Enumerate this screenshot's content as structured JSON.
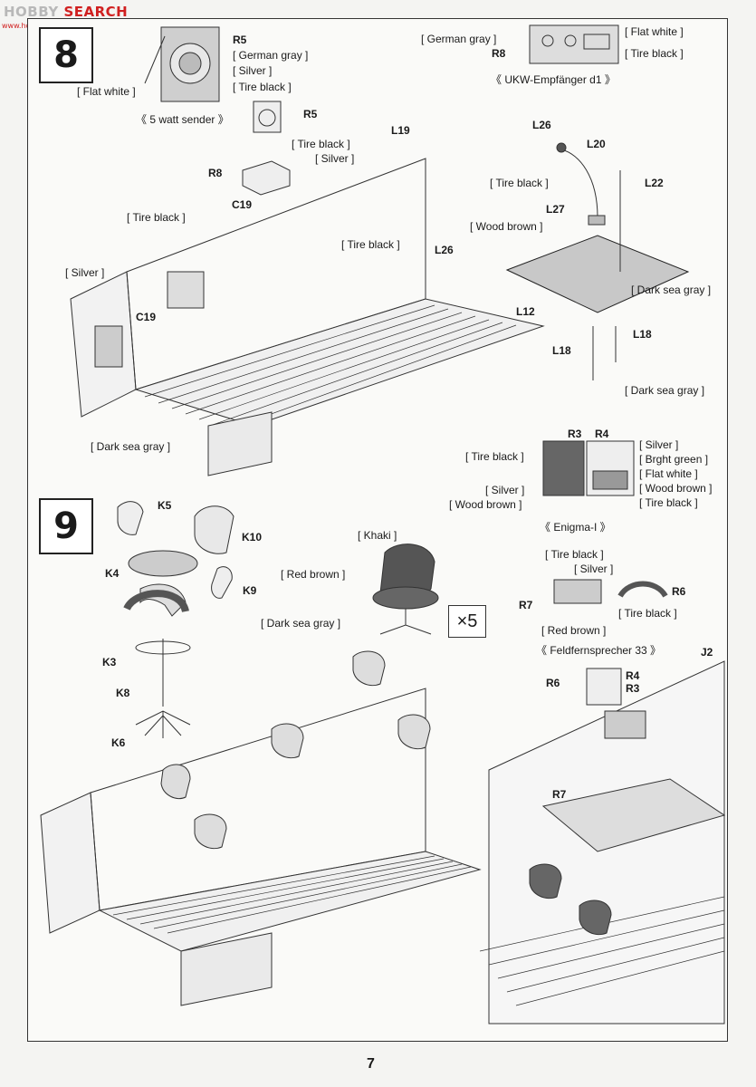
{
  "watermark": {
    "pre": "",
    "hi": "SEARCH",
    "brand_a": "HOBBY ",
    "url": "www.hobbysearch"
  },
  "page_number": "7",
  "steps": {
    "step8": "8",
    "step9": "9"
  },
  "step8": {
    "labels": {
      "r5_top": "R5",
      "german_gray_a": "[ German gray ]",
      "silver_a": "[ Silver ]",
      "tire_black_a": "[ Tire black ]",
      "flat_white_a": "[ Flat white ]",
      "caption_sender": "《  5 watt sender  》",
      "r5_b": "R5",
      "r8_a": "R8",
      "tire_black_b": "[ Tire black ]",
      "silver_b": "[ Silver ]",
      "l19": "L19",
      "german_gray_ukw": "[ German gray ]",
      "r8_ukw": "R8",
      "flat_white_ukw": "[ Flat white ]",
      "tire_black_ukw": "[ Tire black ]",
      "caption_ukw": "《  UKW-Empfänger d1  》",
      "l26_top": "L26",
      "l20": "L20",
      "tire_black_c": "[ Tire black ]",
      "l22": "L22",
      "l27": "L27",
      "wood_brown_a": "[ Wood brown ]",
      "tire_black_d": "[ Tire black ]",
      "c19_a": "C19",
      "tire_black_e": "[ Tire black ]",
      "l26_b": "L26",
      "silver_c": "[ Silver ]",
      "dark_sea_gray_a": "[  Dark sea gray  ]",
      "l12": "L12",
      "c19_b": "C19",
      "l18_a": "L18",
      "l18_b": "L18",
      "dark_sea_gray_b": "[  Dark sea gray  ]",
      "dark_sea_gray_c": "[  Dark sea gray  ]",
      "r3": "R3",
      "r4": "R4",
      "tire_black_f": "[ Tire black ]",
      "silver_d": "[ Silver ]",
      "bright_green": "[ Brght green ]",
      "flat_white_b": "[ Flat white ]",
      "wood_brown_b": "[ Wood brown ]",
      "tire_black_g": "[ Tire black ]",
      "silver_e": "[ Silver ]",
      "wood_brown_c": "[ Wood brown ]",
      "caption_enigma": "《  Enigma-I  》"
    }
  },
  "step9": {
    "labels": {
      "k5": "K5",
      "k10": "K10",
      "k4": "K4",
      "k9": "K9",
      "k3": "K3",
      "k8": "K8",
      "k6": "K6",
      "khaki": "[ Khaki ]",
      "red_brown_a": "[  Red brown  ]",
      "dark_sea_gray": "[  Dark sea gray  ]",
      "x5": "×5",
      "tire_black_a": "[ Tire black ]",
      "silver": "[ Silver ]",
      "r7_a": "R7",
      "r6_a": "R6",
      "tire_black_b": "[ Tire black ]",
      "red_brown_b": "[ Red brown ]",
      "caption_feld": "《  Feldfernsprecher 33  》",
      "j2": "J2",
      "r6_b": "R6",
      "r4": "R4",
      "r3": "R3",
      "r7_b": "R7"
    }
  }
}
